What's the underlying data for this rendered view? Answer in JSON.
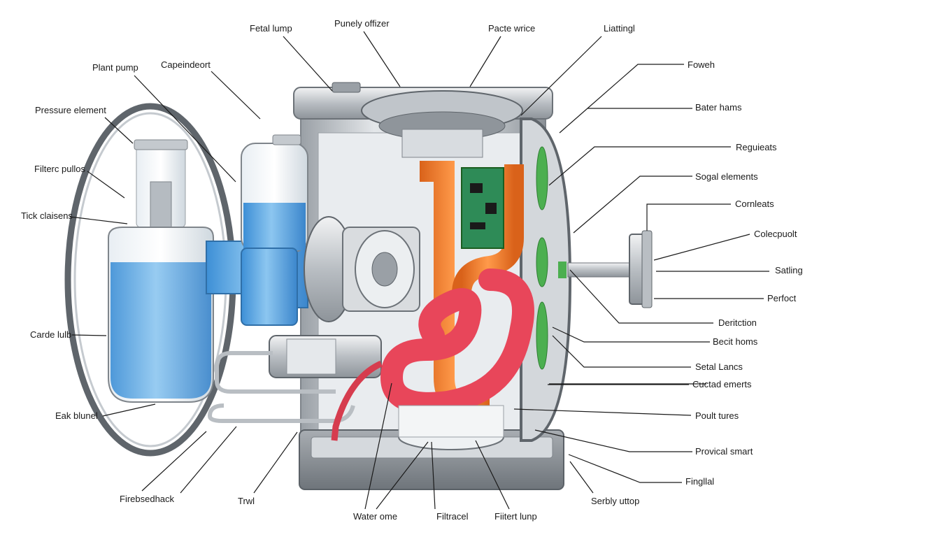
{
  "labels": {
    "fetal_lump": "Fetal lump",
    "punely_offizer": "Punely offizer",
    "pacte_wrice": "Pacte wrice",
    "liattingl": "Liattingl",
    "foweh": "Foweh",
    "plant_pump": "Plant pump",
    "capeindeort": "Capeindeort",
    "bater_hams": "Bater hams",
    "pressure_element": "Pressure element",
    "reguieats": "Reguieats",
    "filterc_pullos": "Filterc pullos",
    "sogal_elements": "Sogal elements",
    "cornleats": "Cornleats",
    "tick_claisens": "Tick claisens",
    "colecpuolt": "Colecpuolt",
    "satling": "Satling",
    "perfoct": "Perfoct",
    "deritction": "Deritction",
    "carde_lulb": "Carde lulb",
    "becit_homs": "Becit homs",
    "setal_lancs": "Setal Lancs",
    "cuctad_emerts": "Cuctad emerts",
    "eak_blunel": "Eak blunel",
    "poult_tures": "Poult tures",
    "provical_smart": "Provical smart",
    "fingllal": "Fingllal",
    "firebsedhack": "Firebsedhack",
    "trwl": "Trwl",
    "water_ome": "Water ome",
    "filtracel": "Filtracel",
    "fiitert_lunp": "Fiitert lunp",
    "serbly_uttop": "Serbly uttop"
  },
  "colors": {
    "housing": "#c9cdd1",
    "housing_dark": "#7f858b",
    "water": "#5da9e6",
    "water_light": "#bfe0f7",
    "orange_pipe": "#f07a2a",
    "red_coil": "#e8465a",
    "green_panel": "#4caf50",
    "pcb": "#2e8b57",
    "leader": "#1a1a1a"
  }
}
